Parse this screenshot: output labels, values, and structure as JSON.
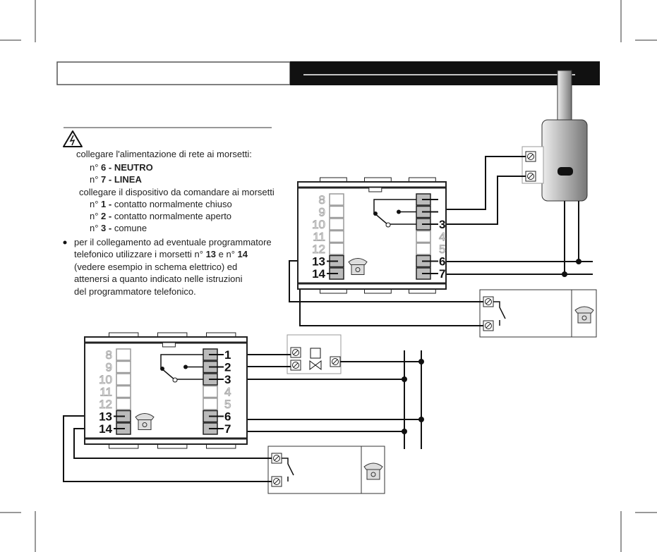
{
  "instructions": {
    "mains_intro": "collegare l'alimentazione di rete ai morsetti:",
    "mains_items": [
      {
        "prefix": "n° ",
        "bold": "6 - NEUTRO",
        "rest": ""
      },
      {
        "prefix": "n° ",
        "bold": "7 - LINEA",
        "rest": ""
      }
    ],
    "device_intro": "collegare il dispositivo da comandare ai morsetti",
    "device_items": [
      {
        "prefix": "n° ",
        "bold": "1 -",
        "rest": " contatto normalmente chiuso"
      },
      {
        "prefix": "n° ",
        "bold": "2 -",
        "rest": " contatto normalmente aperto"
      },
      {
        "prefix": "n° ",
        "bold": "3 -",
        "rest": " comune"
      }
    ],
    "bullet_lines": [
      "per il collegamento ad eventuale programmatore",
      "telefonico utilizzare i morsetti n° ",
      "(vedere esempio in schema elettrico) ed",
      "attenersi a quanto indicato nelle istruzioni",
      "del programmatore telefonico."
    ],
    "bullet_bold_13": "13",
    "bullet_mid": " e n° ",
    "bullet_bold_14": "14"
  },
  "diagram": {
    "left_terminals": [
      "8",
      "9",
      "10",
      "11",
      "12",
      "13",
      "14"
    ],
    "right_terminals": [
      "1",
      "2",
      "3",
      "4",
      "5",
      "6",
      "7"
    ]
  }
}
